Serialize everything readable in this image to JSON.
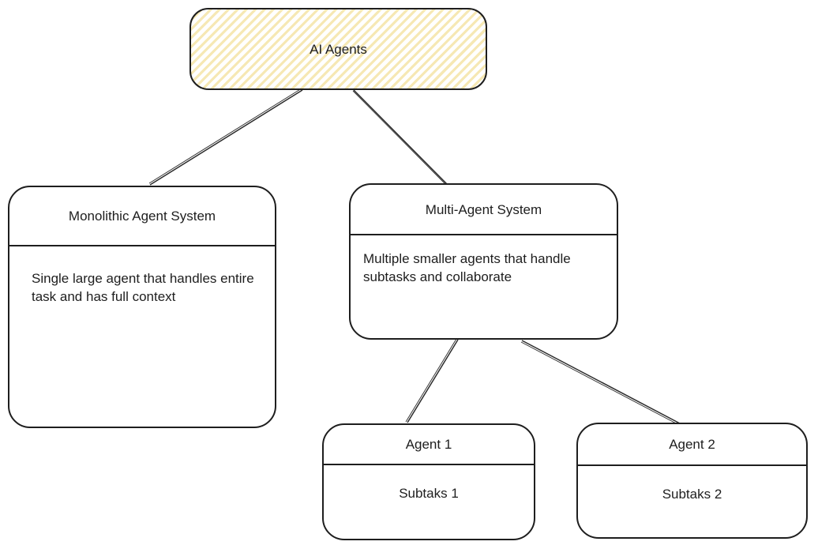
{
  "diagram": {
    "background_color": "#ffffff",
    "stroke_color": "#1e1e1e",
    "text_color": "#1e1e1e",
    "root": {
      "label": "AI Agents",
      "fill_style": "hachure",
      "hatch_color": "#f6e8b4"
    },
    "nodes": [
      {
        "id": "monolithic",
        "title": "Monolithic Agent System",
        "body": "Single large agent that handles entire task and has full context"
      },
      {
        "id": "multi-agent",
        "title": "Multi-Agent System",
        "body": "Multiple smaller agents that handle subtasks and collaborate"
      },
      {
        "id": "agent-1",
        "title": "Agent 1",
        "body": "Subtaks 1"
      },
      {
        "id": "agent-2",
        "title": "Agent 2",
        "body": "Subtaks 2"
      }
    ],
    "edges": [
      {
        "from": "ai-agents",
        "to": "monolithic"
      },
      {
        "from": "ai-agents",
        "to": "multi-agent"
      },
      {
        "from": "multi-agent",
        "to": "agent-1"
      },
      {
        "from": "multi-agent",
        "to": "agent-2"
      }
    ]
  }
}
